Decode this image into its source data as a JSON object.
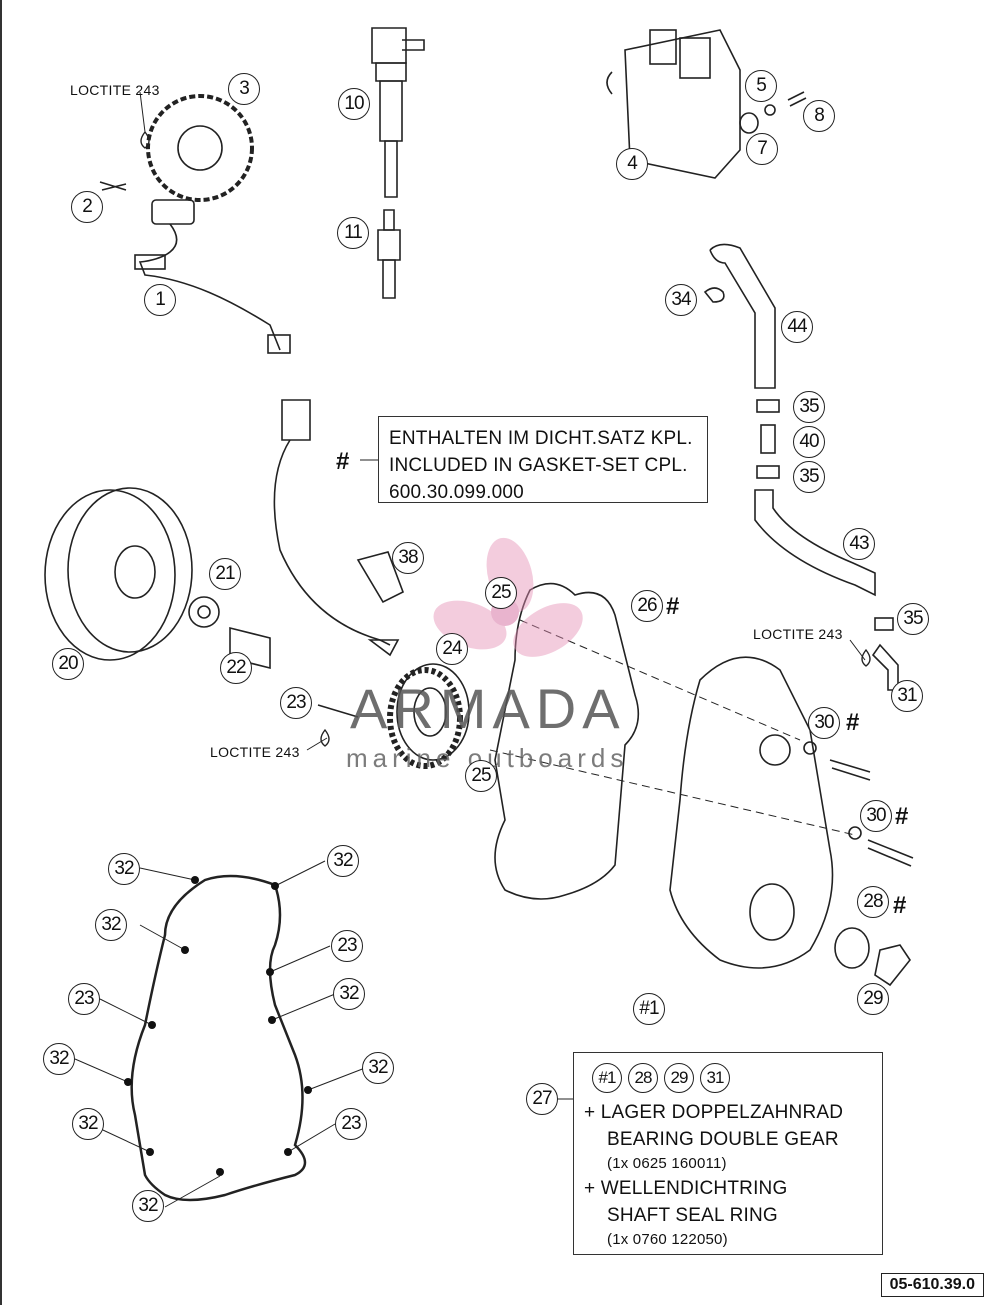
{
  "diagram": {
    "loctite_label": "LOCTITE 243",
    "hash_mark": "#",
    "drawing_code": "05-610.39.0",
    "callouts": [
      "1",
      "2",
      "3",
      "4",
      "5",
      "7",
      "8",
      "10",
      "11",
      "20",
      "21",
      "22",
      "23",
      "24",
      "25",
      "26",
      "27",
      "28",
      "29",
      "30",
      "31",
      "32",
      "34",
      "35",
      "38",
      "40",
      "43",
      "44",
      "#1"
    ],
    "gasket_note": {
      "line1": "ENTHALTEN IM DICHT.SATZ KPL.",
      "line2": "INCLUDED IN GASKET-SET CPL.",
      "line3": "600.30.099.000"
    },
    "kit_note": {
      "items": [
        "#1",
        "28",
        "29",
        "31"
      ],
      "line1": "+ LAGER DOPPELZAHNRAD",
      "line2": "BEARING DOUBLE GEAR",
      "line3": "(1x 0625 160011)",
      "line4": "+ WELLENDICHTRING",
      "line5": "SHAFT SEAL RING",
      "line6": "(1x 0760 122050)"
    }
  },
  "watermark": {
    "brand": "ARMADA",
    "tagline": "marine outboards",
    "color": "#e58fb6"
  }
}
